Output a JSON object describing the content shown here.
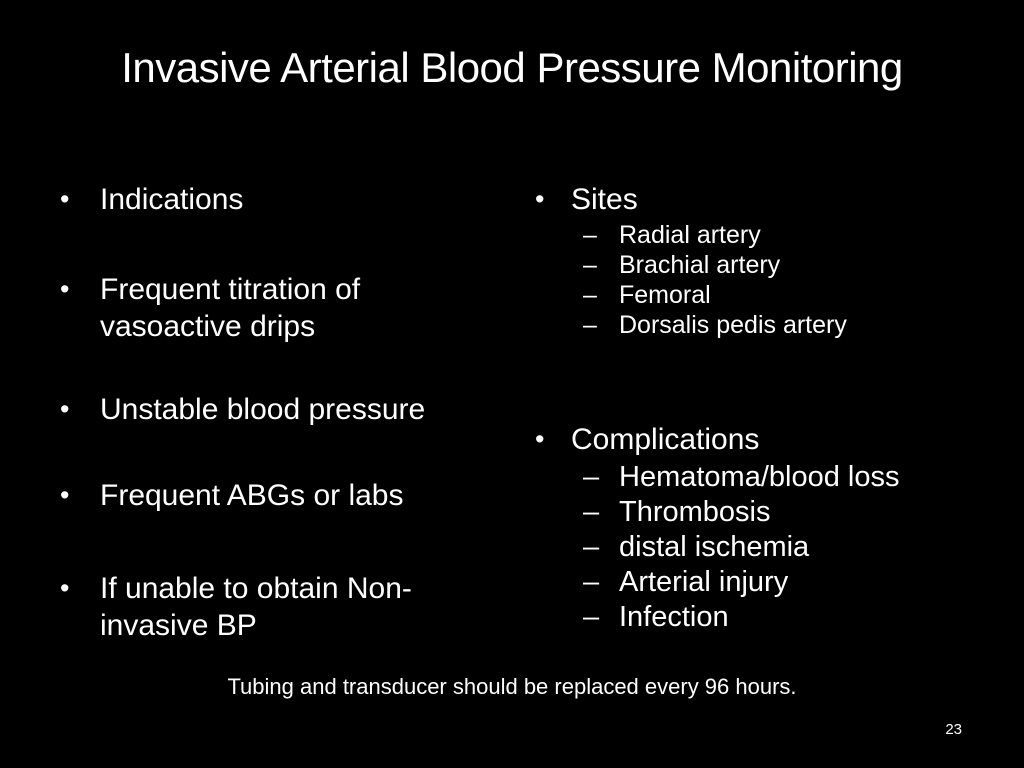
{
  "slide": {
    "title": "Invasive Arterial Blood Pressure Monitoring",
    "bullet_char": "•",
    "dash_char": "–",
    "colors": {
      "background": "#000000",
      "text": "#ffffff"
    },
    "left_column": {
      "bullets": [
        "Indications",
        "Frequent titration of\nvasoactive drips",
        "Unstable blood pressure",
        "Frequent ABGs or labs",
        "If unable to obtain Non-\ninvasive BP"
      ]
    },
    "right_column": {
      "groups": [
        {
          "label": "Sites",
          "sub_items": [
            "Radial artery",
            "Brachial artery",
            "Femoral",
            "Dorsalis pedis artery"
          ]
        },
        {
          "label": "Complications",
          "sub_items": [
            "Hematoma/blood loss",
            "Thrombosis",
            "distal ischemia",
            "Arterial injury",
            "Infection"
          ]
        }
      ]
    },
    "footer_note": "Tubing and transducer should be replaced every 96 hours.",
    "page_number": "23"
  }
}
